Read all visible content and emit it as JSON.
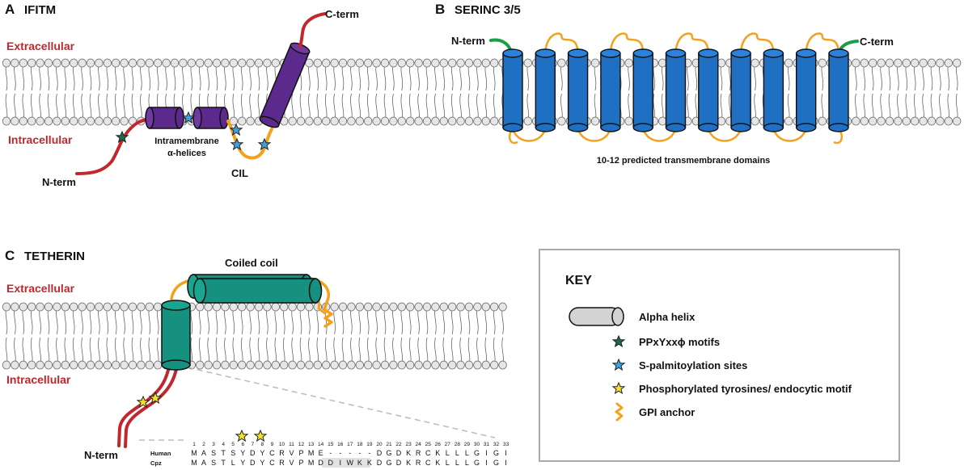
{
  "panel_a": {
    "letter": "A",
    "title": "IFITM",
    "extracellular": "Extracellular",
    "intracellular": "Intracellular",
    "c_term": "C-term",
    "n_term": "N-term",
    "intramembrane_line1": "Intramembrane",
    "intramembrane_line2": "α-helices",
    "cil": "CIL"
  },
  "panel_b": {
    "letter": "B",
    "title": "SERINC 3/5",
    "n_term": "N-term",
    "c_term": "C-term",
    "caption": "10-12 predicted transmembrane domains"
  },
  "panel_c": {
    "letter": "C",
    "title": "TETHERIN",
    "coiled_coil": "Coiled coil",
    "extracellular": "Extracellular",
    "intracellular": "Intracellular",
    "n_term": "N-term",
    "sequence": {
      "numbers": [
        "1",
        "2",
        "3",
        "4",
        "5",
        "6",
        "7",
        "8",
        "9",
        "10",
        "11",
        "12",
        "13",
        "14",
        "15",
        "16",
        "17",
        "18",
        "19",
        "20",
        "21",
        "22",
        "23",
        "24",
        "25",
        "26",
        "27",
        "28",
        "29",
        "30",
        "31",
        "32",
        "33"
      ],
      "rows": [
        {
          "species": "Human",
          "residues": [
            "M",
            "A",
            "S",
            "T",
            "S",
            "Y",
            "D",
            "Y",
            "C",
            "R",
            "V",
            "P",
            "M",
            "E",
            "-",
            "-",
            "-",
            "-",
            "-",
            "D",
            "G",
            "D",
            "K",
            "R",
            "C",
            "K",
            "L",
            "L",
            "L",
            "G",
            "I",
            "G",
            "I"
          ]
        },
        {
          "species": "Cpz",
          "residues": [
            "M",
            "A",
            "S",
            "T",
            "L",
            "Y",
            "D",
            "Y",
            "C",
            "R",
            "V",
            "P",
            "M",
            "D",
            "D",
            "I",
            "W",
            "K",
            "K",
            "D",
            "G",
            "D",
            "K",
            "R",
            "C",
            "K",
            "L",
            "L",
            "L",
            "G",
            "I",
            "G",
            "I"
          ]
        }
      ]
    }
  },
  "key": {
    "title": "KEY",
    "items": [
      {
        "name": "alpha-helix",
        "label": "Alpha helix"
      },
      {
        "name": "ppxy-motif",
        "label": "PPxYxxϕ motifs"
      },
      {
        "name": "palmitoylation",
        "label": "S-palmitoylation sites"
      },
      {
        "name": "phospho-tyrosine",
        "label": "Phosphorylated tyrosines/ endocytic motif"
      },
      {
        "name": "gpi-anchor",
        "label": "GPI anchor"
      }
    ]
  },
  "colors": {
    "ifitm_helix": "#5b2a8c",
    "serinc_helix": "#1f6fc2",
    "tetherin_helix": "#16907f",
    "loop": "#f4a21d",
    "terminus_red": "#c1272d",
    "terminus_green": "#19a046",
    "ppxy_star": "#1c6b4b",
    "palm_star": "#3fa2dd",
    "phospho_star": "#f5e02a",
    "key_helix": "#d3d3d3"
  }
}
